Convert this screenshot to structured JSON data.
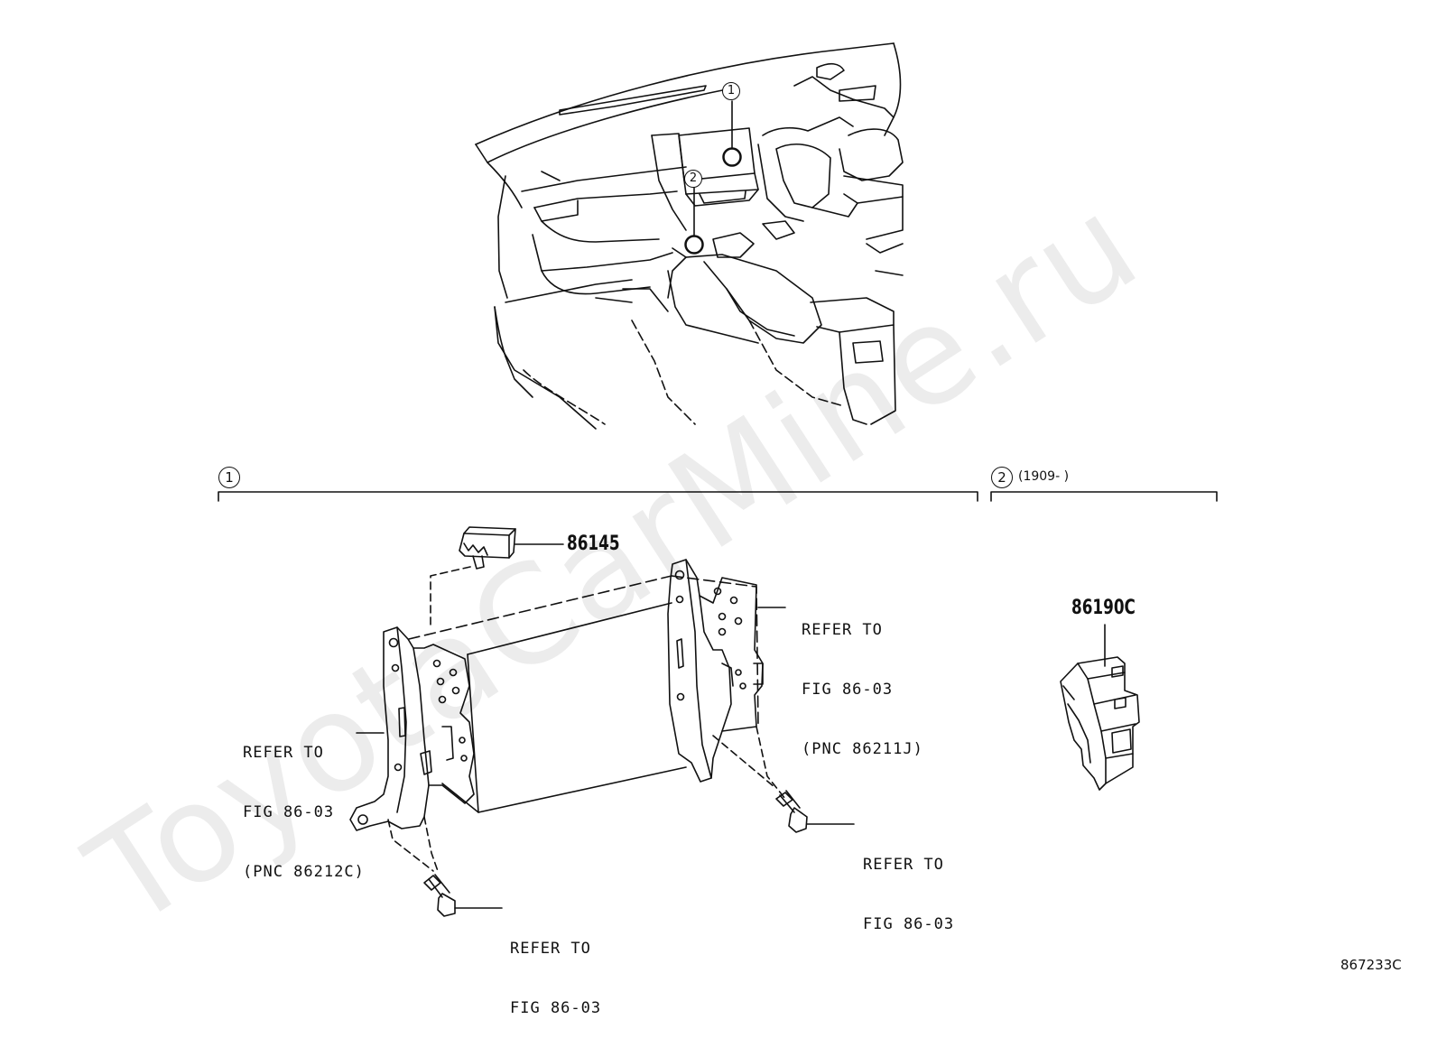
{
  "callouts": {
    "top_1": "1",
    "top_2": "2",
    "section_1": "1",
    "section_2": "2",
    "section_2_date": "(1909-          )"
  },
  "parts": {
    "bracket_relay": "86145",
    "switch": "86190C"
  },
  "references": {
    "right_bracket": [
      "REFER TO",
      "FIG 86-03",
      "(PNC 86211J)"
    ],
    "left_bracket": [
      "REFER TO",
      "FIG 86-03",
      "(PNC 86212C)"
    ],
    "right_bolt": [
      "REFER TO",
      "FIG 86-03"
    ],
    "left_bolt": [
      "REFER TO",
      "FIG 86-03"
    ]
  },
  "figure_code": "867233C",
  "watermark": "ToyotaCarMine.ru"
}
